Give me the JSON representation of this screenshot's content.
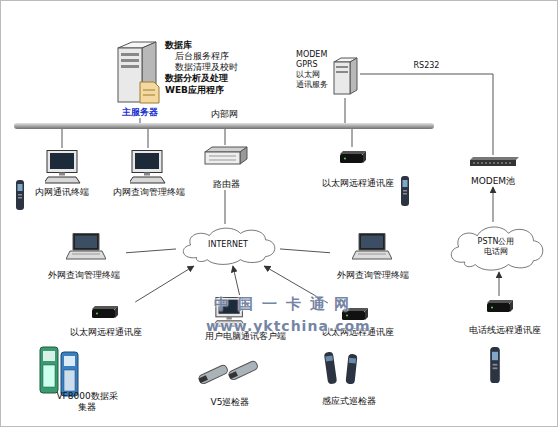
{
  "diagram": {
    "nodes": [
      {
        "text": [
          "主服务器"
        ]
      },
      {
        "text": [
          "MODEM GPRS 以太网 通讯服务"
        ]
      },
      {
        "text": [
          "内部网"
        ]
      },
      {
        "text": [
          "内网通讯终端"
        ]
      },
      {
        "text": [
          "内网查询管理终端"
        ]
      },
      {
        "text": [
          "路由器"
        ]
      },
      {
        "text": [
          "以太网远程通讯座"
        ]
      },
      {
        "text": [
          "MODEM池"
        ]
      },
      {
        "text": [
          "INTERNET"
        ]
      },
      {
        "text": [
          "PSTN公用 电话网"
        ]
      },
      {
        "text": [
          "外网查询管理终端"
        ]
      },
      {
        "text": [
          "外网查询管理终端"
        ]
      },
      {
        "text": [
          "以太网远程通讯座"
        ]
      },
      {
        "text": [
          "用户电脑通讯客户端"
        ]
      },
      {
        "text": [
          "以太网远程通讯座"
        ]
      },
      {
        "text": [
          "电话线远程通讯座"
        ]
      },
      {
        "text": [
          "VF8000数据采 集器"
        ]
      },
      {
        "text": [
          "V5巡检器"
        ]
      },
      {
        "text": [
          "感应式巡检器"
        ]
      }
    ],
    "edges": [
      {
        "from": 0,
        "to": 2,
        "arrow": "none"
      },
      {
        "from": 1,
        "to": 2,
        "arrow": "none"
      },
      {
        "from": 1,
        "to": 7,
        "label": "RS232",
        "arrow": "none"
      },
      {
        "from": 3,
        "to": 2,
        "arrow": "none"
      },
      {
        "from": 4,
        "to": 2,
        "arrow": "none"
      },
      {
        "from": 5,
        "to": 2,
        "arrow": "none"
      },
      {
        "from": 6,
        "to": 2,
        "arrow": "none"
      },
      {
        "from": 5,
        "to": 8,
        "arrow": "none"
      },
      {
        "from": 10,
        "to": 8,
        "arrow": "none"
      },
      {
        "from": 11,
        "to": 8,
        "arrow": "none"
      },
      {
        "from": 12,
        "to": 8,
        "arrow": "to"
      },
      {
        "from": 13,
        "to": 8,
        "arrow": "to"
      },
      {
        "from": 14,
        "to": 8,
        "arrow": "to"
      },
      {
        "from": 9,
        "to": 7,
        "arrow": "to"
      },
      {
        "from": 15,
        "to": 9,
        "arrow": "to"
      }
    ],
    "labels": [
      "数据库",
      "后台服务程序",
      "数据清理及校时",
      "数据分析及处理",
      "WEB应用程序",
      "中国一卡通网",
      "www.yktchina.com"
    ]
  }
}
